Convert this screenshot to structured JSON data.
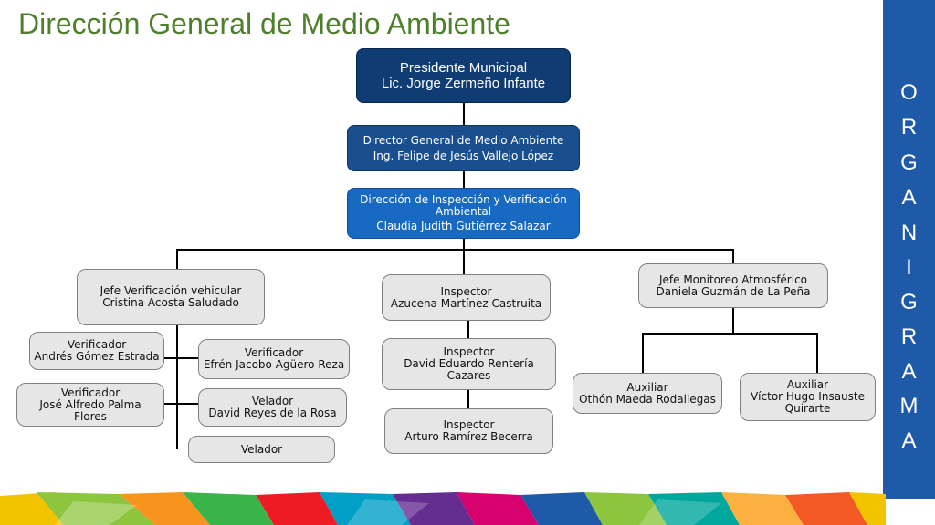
{
  "title": "Dirección General de Medio Ambiente",
  "sidebar_text": [
    "O",
    "R",
    "G",
    "A",
    "N",
    "I",
    "G",
    "R",
    "A",
    "M",
    "A"
  ],
  "colors": {
    "title_green": "#4e7f2a",
    "sidebar_blue": "#1f5aa8",
    "box_navy": "#0f3d73",
    "box_dark": "#1a4f8f",
    "box_mid": "#1769c2",
    "box_gray": "#e6e6e6"
  },
  "nodes": {
    "presidente": {
      "role": "Presidente Municipal",
      "name": "Lic. Jorge Zermeño Infante"
    },
    "director": {
      "role": "Director General de Medio Ambiente",
      "name": "Ing. Felipe de Jesús Vallejo López"
    },
    "direccion": {
      "role": "Dirección de Inspección y Verificación Ambiental",
      "name": "Claudia Judith Gutiérrez Salazar"
    },
    "jefe_verificacion": {
      "role": "Jefe Verificación vehicular",
      "name": "Cristina Acosta Saludado"
    },
    "verificador_1": {
      "role": "Verificador",
      "name": "Andrés Gómez Estrada"
    },
    "verificador_2": {
      "role": "Verificador",
      "name": "Efrén Jacobo Agüero Reza"
    },
    "verificador_3": {
      "role": "Verificador",
      "name": "José Alfredo Palma Flores"
    },
    "velador_1": {
      "role": "Velador",
      "name": "David Reyes de la Rosa"
    },
    "velador_2": {
      "role": "Velador"
    },
    "inspector_1": {
      "role": "Inspector",
      "name": "Azucena Martínez Castruita"
    },
    "inspector_2": {
      "role": "Inspector",
      "name": "David Eduardo Rentería Cazares"
    },
    "inspector_3": {
      "role": "Inspector",
      "name": "Arturo Ramírez Becerra"
    },
    "jefe_monitoreo": {
      "role": "Jefe Monitoreo Atmosférico",
      "name": "Daniela Guzmán de La Peña"
    },
    "auxiliar_1": {
      "role": "Auxiliar",
      "name": "Othón Maeda Rodallegas"
    },
    "auxiliar_2": {
      "role": "Auxiliar",
      "name": "Víctor Hugo Insauste Quirarte"
    }
  }
}
